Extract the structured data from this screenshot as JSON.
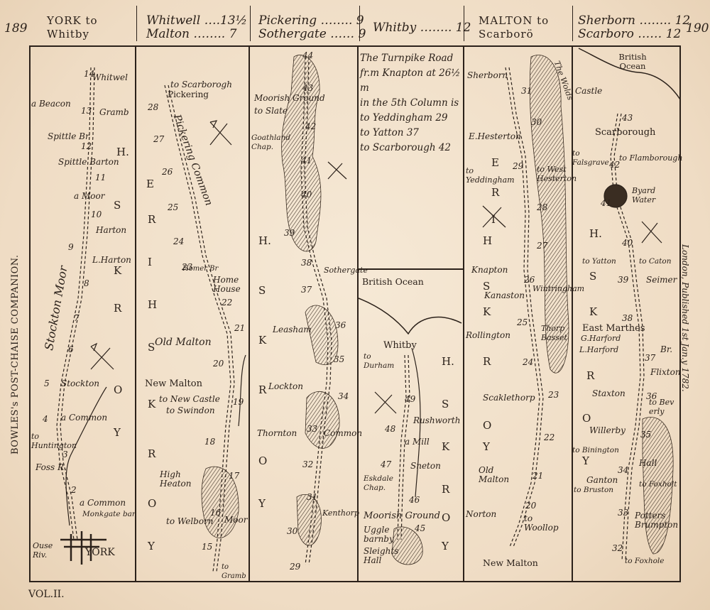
{
  "page_numbers": {
    "left": "189",
    "right": "190"
  },
  "headers": {
    "h1": [
      "YORK to",
      "Whitby"
    ],
    "h2": [
      "Whitwell ….13½",
      "Malton …….. 7"
    ],
    "h3": [
      "Pickering …….. 9",
      "Sothergate …… 9"
    ],
    "h4": [
      "Whitby …….. 12"
    ],
    "h5": [
      "MALTON to",
      "Scarborö"
    ],
    "h6": [
      "Sherborn …….. 12",
      "Scarboro …… 12"
    ]
  },
  "side_title": "BOWLES's POST-CHAISE COMPANION.",
  "side_publisher": "London, Published 1st Jan.y 1782.",
  "volume": "VOL.II.",
  "note": [
    "The Turnpike Road",
    "fr.m Knapton at 26½ m",
    "in the 5th Column is",
    "to Yeddingham 29",
    "to Yatton 37",
    "to Scarborough 42"
  ],
  "columns": {
    "c1": {
      "labels": [
        "Whitwel",
        "a Beacon",
        "Gramb",
        "Spittle Br",
        "Spittle Barton",
        "a Moor",
        "Harton",
        "L.Harton",
        "Stockton Moor",
        "Stockton",
        "a Common",
        "to Huntington",
        "Foss R.",
        "a Common",
        "Monkgate bar",
        "Ouse Riv.",
        "YORK"
      ],
      "county": [
        "Y",
        "O",
        "R",
        "K",
        "S",
        "H."
      ],
      "miles": [
        "14",
        "13",
        "12",
        "11",
        "10",
        "9",
        "8",
        "7",
        "6",
        "5",
        "4",
        "3",
        "2"
      ]
    },
    "c2": {
      "labels": [
        "to Scarborogh",
        "Pickering",
        "Pickering Common",
        "Homer Br",
        "Home House",
        "Old Malton",
        "New Malton",
        "to New Castle",
        "to Swindon",
        "High Heaton",
        "Moor",
        "to Welborn",
        "to Gramb"
      ],
      "county": [
        "Y",
        "O",
        "R",
        "K",
        "S",
        "H",
        "I",
        "R",
        "E"
      ],
      "miles": [
        "28",
        "27",
        "26",
        "25",
        "24",
        "23",
        "22",
        "21",
        "20",
        "19",
        "18",
        "17",
        "16",
        "15"
      ]
    },
    "c3": {
      "labels": [
        "Moorish Ground",
        "to Slate",
        "Goathland Chap.",
        "Sothergate",
        "Leasham",
        "Lockton",
        "Thornton",
        "Common",
        "Kenthorp"
      ],
      "county": [
        "Y",
        "O",
        "R",
        "K",
        "S",
        "H."
      ],
      "miles": [
        "44",
        "43",
        "42",
        "41",
        "40",
        "39",
        "38",
        "37",
        "36",
        "35",
        "34",
        "33",
        "32",
        "31",
        "30",
        "29"
      ]
    },
    "c4": {
      "labels": [
        "British Ocean",
        "Whitby",
        "to Durham",
        "Rushworth",
        "a Mill",
        "Sneton",
        "Eskdale Chap.",
        "Moorish Ground",
        "Uggle barnby",
        "Sleights Hall"
      ],
      "county": [
        "Y",
        "O",
        "R",
        "K",
        "S",
        "H."
      ],
      "miles": [
        "49",
        "48",
        "47",
        "46",
        "45"
      ]
    },
    "c5": {
      "labels": [
        "Sherborn",
        "E.Hesterton",
        "to Yeddingham",
        "to West Hesterton",
        "Knapton",
        "Kanaston",
        "Wintringham",
        "Rollington",
        "Thorp Basset",
        "Scaklethorp",
        "Old Malton",
        "Norton",
        "to Woollop",
        "New Malton",
        "The Wolds"
      ],
      "county": [
        "Y",
        "O",
        "R",
        "K",
        "S",
        "H",
        "I",
        "R",
        "E"
      ],
      "miles": [
        "31",
        "30",
        "29",
        "28",
        "27",
        "26",
        "25",
        "24",
        "23",
        "22",
        "21",
        "20"
      ]
    },
    "c6": {
      "labels": [
        "British Ocean",
        "Castle",
        "Scarborough",
        "to Falsgrave",
        "to Flamborough",
        "Byard Water",
        "to Yatton",
        "to Caton",
        "Seimer",
        "East Marthes",
        "G.Harford",
        "L.Harford",
        "Br.",
        "Flixton",
        "Staxton",
        "to Bev erly",
        "Willerby",
        "to Binington",
        "Hall",
        "Ganton",
        "to Bruston",
        "to Foxholt",
        "Potters Brumpton",
        "to Foxhole"
      ],
      "county": [
        "Y",
        "O",
        "R",
        "K",
        "S",
        "H."
      ],
      "miles": [
        "43",
        "42",
        "41",
        "40",
        "39",
        "38",
        "37",
        "36",
        "35",
        "34",
        "33",
        "32"
      ]
    }
  }
}
